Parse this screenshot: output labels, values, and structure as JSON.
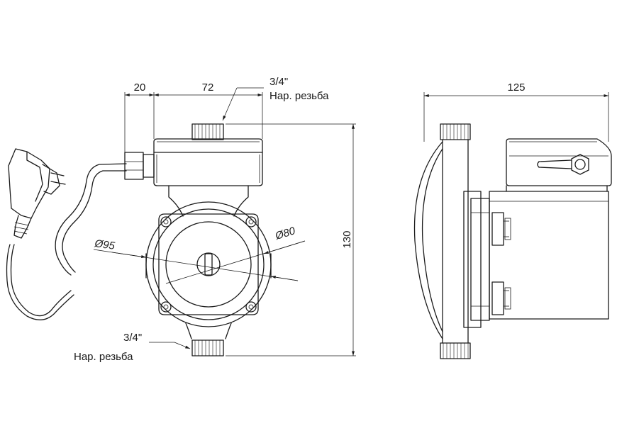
{
  "dimensions": {
    "width_20": "20",
    "width_72": "72",
    "width_125": "125",
    "height_130": "130",
    "diameter_95": "Ø95",
    "diameter_80": "Ø80"
  },
  "thread_top": {
    "size": "3/4\"",
    "type": "Нар. резьба"
  },
  "thread_bottom": {
    "size": "3/4\"",
    "type": "Нар. резьба"
  },
  "colors": {
    "line": "#1a1a1a",
    "background": "#ffffff"
  }
}
